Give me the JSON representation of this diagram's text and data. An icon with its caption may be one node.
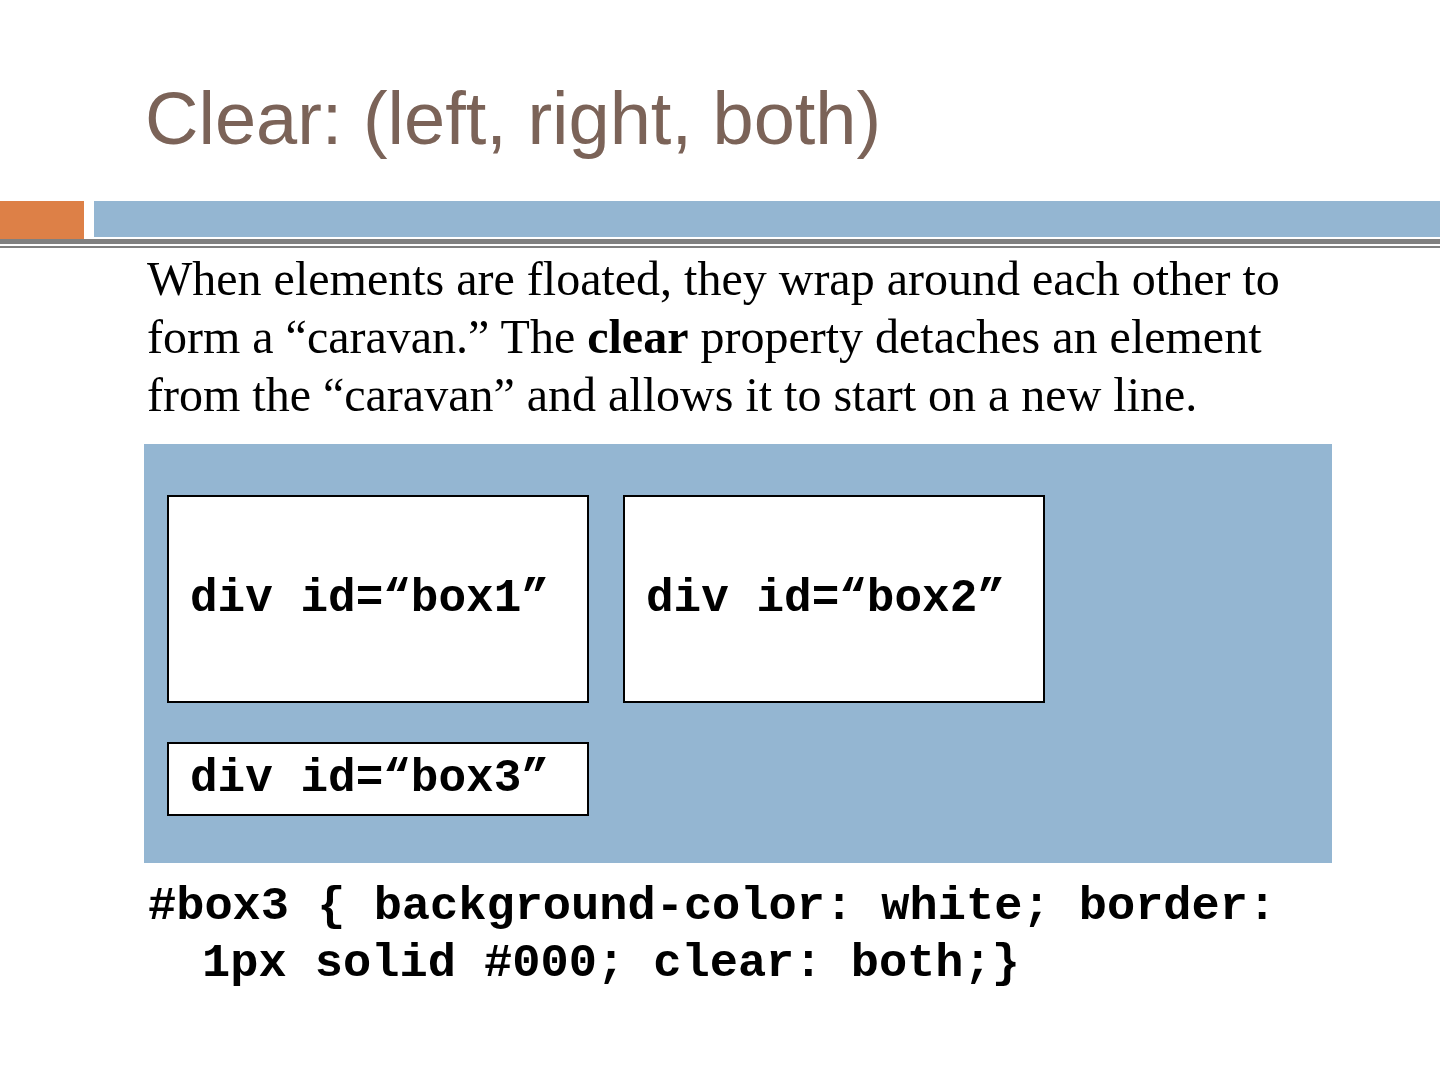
{
  "diagram": {
    "title": "Clear: (left, right, both)",
    "nodes": [
      {
        "text": [],
        "shape": "box"
      },
      {
        "text": [
          "div id=“box1”"
        ],
        "in": 0
      },
      {
        "text": [
          "div id=“box2”"
        ],
        "in": 0
      },
      {
        "text": [
          "div id=“box3”"
        ],
        "in": 0
      }
    ],
    "labels": [
      "When elements are floated, they wrap around each other to form a “caravan.” The **clear** property detaches an element from the “caravan” and allows it to start on a new line.",
      "#box3 { background-color: white; border: 1px solid #000; clear: both;}"
    ]
  }
}
